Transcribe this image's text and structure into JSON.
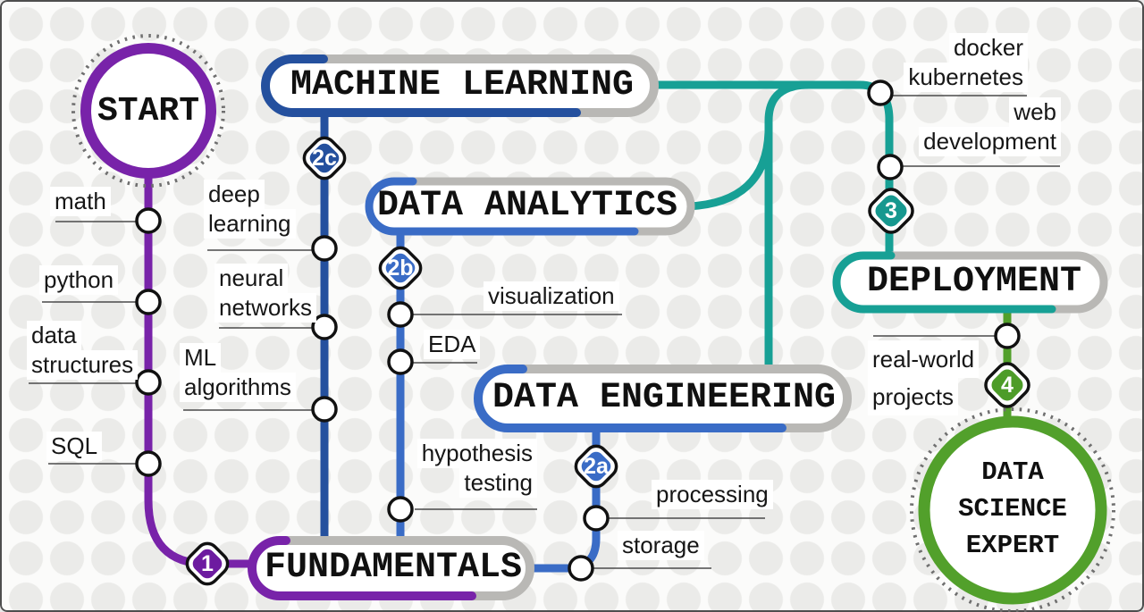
{
  "palette": {
    "purple": "#7823a9",
    "purple_node": "#6d1ba0",
    "navy": "#24509e",
    "blue": "#3a6cc6",
    "teal": "#17a095",
    "teal_node": "#17988f",
    "green": "#52a02b",
    "green_node": "#4d9c28",
    "pill_gray": "#b9b8b5",
    "ink": "#161616",
    "rule": "#4a4a4a",
    "background_dot": "#ebebe9",
    "background_base": "#fbfbfa"
  },
  "terminals": {
    "start": {
      "label": "START"
    },
    "expert": {
      "lines": [
        "DATA",
        "SCIENCE",
        "EXPERT"
      ]
    }
  },
  "milestones": {
    "machine_learning": {
      "label": "MACHINE LEARNING"
    },
    "data_analytics": {
      "label": "DATA ANALYTICS"
    },
    "data_engineering": {
      "label": "DATA ENGINEERING"
    },
    "deployment": {
      "label": "DEPLOYMENT"
    },
    "fundamentals": {
      "label": "FUNDAMENTALS"
    }
  },
  "nodes": {
    "n1": "1",
    "n2a": "2a",
    "n2b": "2b",
    "n2c": "2c",
    "n3": "3",
    "n4": "4"
  },
  "stations": {
    "math": {
      "lines": [
        "math"
      ]
    },
    "python": {
      "lines": [
        "python"
      ]
    },
    "data_structures": {
      "lines": [
        "data",
        "structures"
      ]
    },
    "sql": {
      "lines": [
        "SQL"
      ]
    },
    "deep_learning": {
      "lines": [
        "deep",
        "learning"
      ]
    },
    "neural_networks": {
      "lines": [
        "neural",
        "networks"
      ]
    },
    "ml_algorithms": {
      "lines": [
        "ML",
        "algorithms"
      ]
    },
    "visualization": {
      "lines": [
        "visualization"
      ]
    },
    "eda": {
      "lines": [
        "EDA"
      ]
    },
    "hypothesis_testing": {
      "lines": [
        "hypothesis",
        "testing"
      ]
    },
    "processing": {
      "lines": [
        "processing"
      ]
    },
    "storage": {
      "lines": [
        "storage"
      ]
    },
    "docker_kubernetes": {
      "lines": [
        "docker",
        "kubernetes"
      ]
    },
    "web_development": {
      "lines": [
        "web",
        "development"
      ]
    },
    "real_world_projects": {
      "lines": [
        "real-world",
        "projects"
      ]
    }
  }
}
